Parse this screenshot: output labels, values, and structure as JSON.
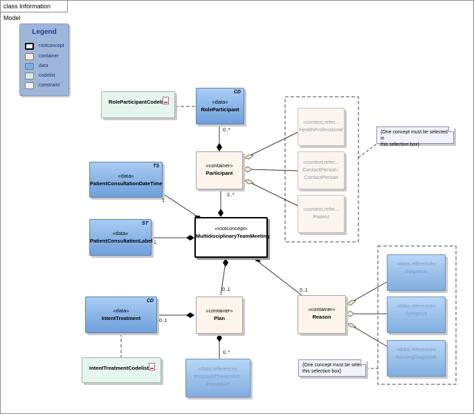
{
  "diagram_title": "class Information Model",
  "legend": {
    "title": "Legend",
    "items": [
      {
        "label": "rootconcept",
        "color": "#ffffff",
        "border": "#000000"
      },
      {
        "label": "container",
        "color": "#fbeee2",
        "border": "#a6a09a"
      },
      {
        "label": "data",
        "color": "#7aaee6",
        "border": "#5c80b0"
      },
      {
        "label": "codelist",
        "color": "#d2efe0",
        "border": "#9bb3a6"
      },
      {
        "label": "constraint",
        "color": "#f0f3fb",
        "border": "#7a7a7a"
      }
    ]
  },
  "nodes": {
    "role_participant_codelist": {
      "name": "RoleParticipantCodelist"
    },
    "role_participant": {
      "stereotype": "«data»",
      "name": "RoleParticipant",
      "tag": "CD"
    },
    "participant": {
      "stereotype": "«container»",
      "name": "Participant"
    },
    "health_professional": {
      "stereotype": "«context,refer...",
      "name": "HealthProfessional"
    },
    "contact_person": {
      "stereotype": "«context,refer...",
      "name_line1": "ContactPerson::",
      "name_line2": "ContactPerson"
    },
    "patient": {
      "stereotype": "«context,refer...",
      "name": "Patient"
    },
    "patient_consultation_datetime": {
      "stereotype": "«data»",
      "name": "PatientConsultationDateTime",
      "tag": "TS"
    },
    "patient_consultation_label": {
      "stereotype": "«data»",
      "name": "PatientConsultationLabel",
      "tag": "ST"
    },
    "mdt_meeting": {
      "stereotype": "«rootconcept»",
      "name": "MultidisciplinaryTeamMeeting"
    },
    "intent_treatment": {
      "stereotype": "«data»",
      "name": "IntentTreatment",
      "tag": "CD"
    },
    "intent_treatment_codelist": {
      "name": "IntentTreatmentCodelist"
    },
    "plan": {
      "stereotype": "«container»",
      "name": "Plan"
    },
    "proposed_treatment": {
      "stereotype": "«data,reference»",
      "name_line1": "ProposedTreatment::",
      "name_line2": "Procedure"
    },
    "reason": {
      "stereotype": "«container»",
      "name": "Reason"
    },
    "diagnosis": {
      "stereotype": "«data,reference»",
      "name": "Diagnosis"
    },
    "symptom": {
      "stereotype": "«data,reference»",
      "name": "Symptom"
    },
    "nursing_diagnosis": {
      "stereotype": "«data,reference»",
      "name": "NursingDiagnosis"
    }
  },
  "notes": {
    "participant_choice": {
      "line1": "{One concept must be selected in",
      "line2": "this selection box}"
    },
    "reason_choice": {
      "line1": "{One concept must be selected in",
      "line2": "this selection box}"
    }
  },
  "multiplicities": {
    "role_participant": "0..*",
    "participant": "2..*",
    "datetime": "1",
    "label": "1",
    "plan": "0..1",
    "intent_treatment": "0..1",
    "proposed_treatment": "0..*",
    "reason": "0..1"
  }
}
